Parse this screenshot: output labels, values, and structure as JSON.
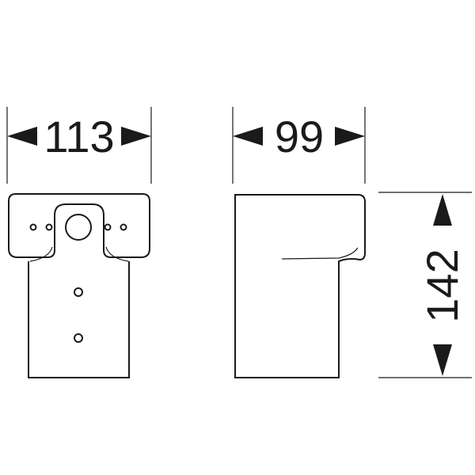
{
  "dimensions": {
    "front_width": "113",
    "side_width": "99",
    "height": "142"
  },
  "colors": {
    "line": "#1a1a1a",
    "background": "#ffffff"
  }
}
